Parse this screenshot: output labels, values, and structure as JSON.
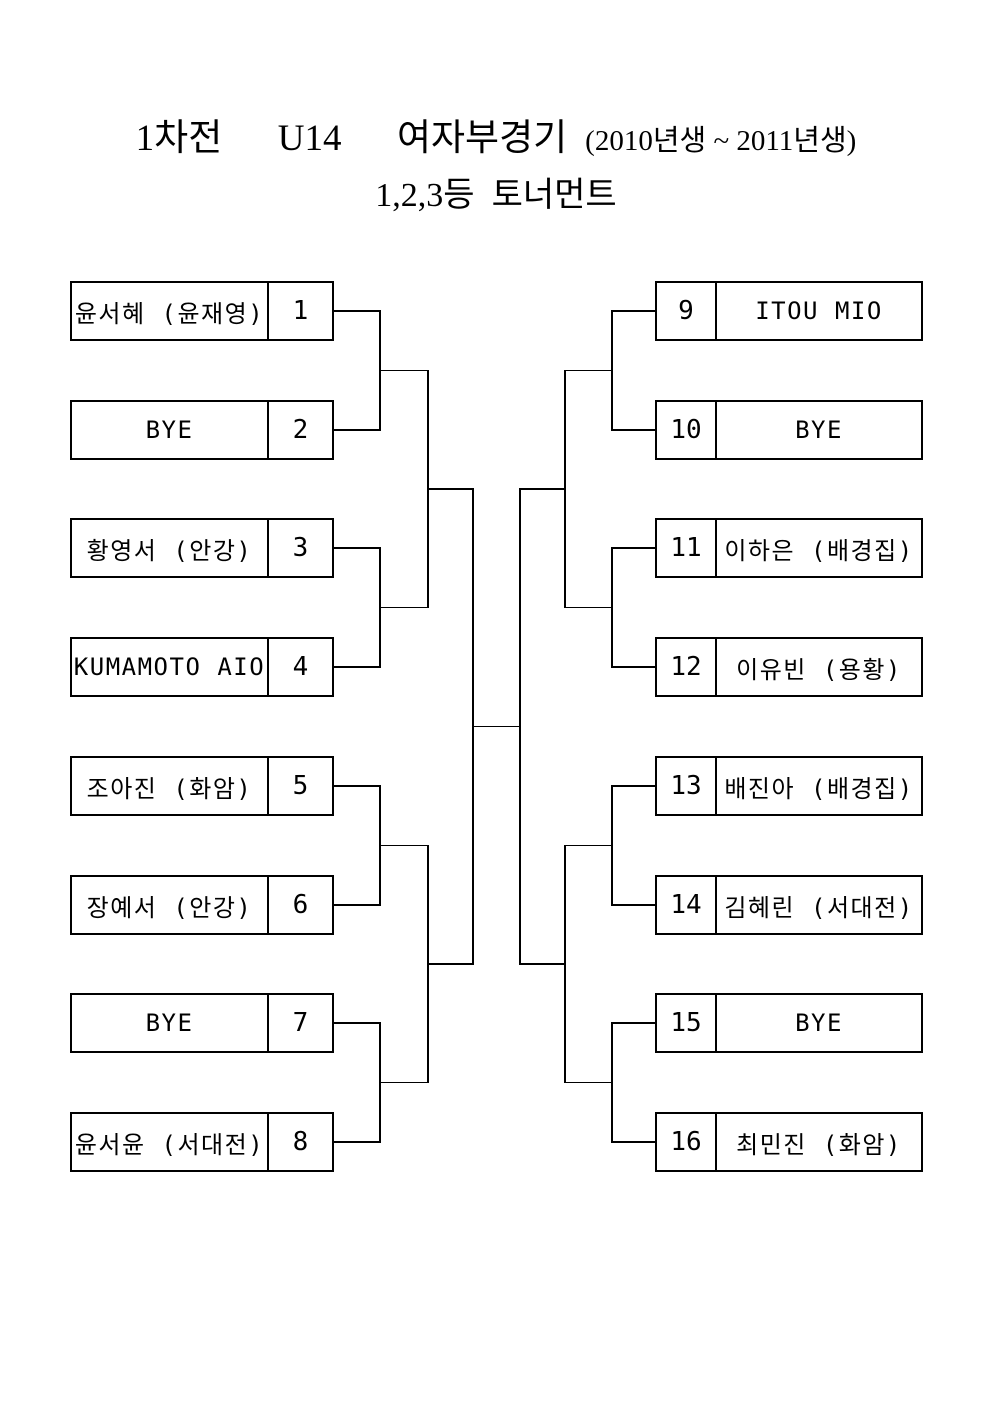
{
  "page": {
    "background": "#ffffff",
    "line_color": "#000000",
    "text_color": "#000000"
  },
  "title": {
    "line1_main": "1차전      U14      여자부경기",
    "line1_paren": "(2010년생 ~ 2011년생)",
    "line2": "1,2,3등  토너먼트"
  },
  "bracket": {
    "left_entries": [
      {
        "seed": "1",
        "name": "윤서혜 (윤재영)"
      },
      {
        "seed": "2",
        "name": "BYE"
      },
      {
        "seed": "3",
        "name": "황영서 (안강)"
      },
      {
        "seed": "4",
        "name": "KUMAMOTO AIO"
      },
      {
        "seed": "5",
        "name": "조아진 (화암)"
      },
      {
        "seed": "6",
        "name": "장예서 (안강)"
      },
      {
        "seed": "7",
        "name": "BYE"
      },
      {
        "seed": "8",
        "name": "윤서윤 (서대전)"
      }
    ],
    "right_entries": [
      {
        "seed": "9",
        "name": "ITOU MIO"
      },
      {
        "seed": "10",
        "name": "BYE"
      },
      {
        "seed": "11",
        "name": "이하은 (배경집)"
      },
      {
        "seed": "12",
        "name": "이유빈 (용황)"
      },
      {
        "seed": "13",
        "name": "배진아 (배경집)"
      },
      {
        "seed": "14",
        "name": "김혜린 (서대전)"
      },
      {
        "seed": "15",
        "name": "BYE"
      },
      {
        "seed": "16",
        "name": "최민진 (화암)"
      }
    ]
  }
}
